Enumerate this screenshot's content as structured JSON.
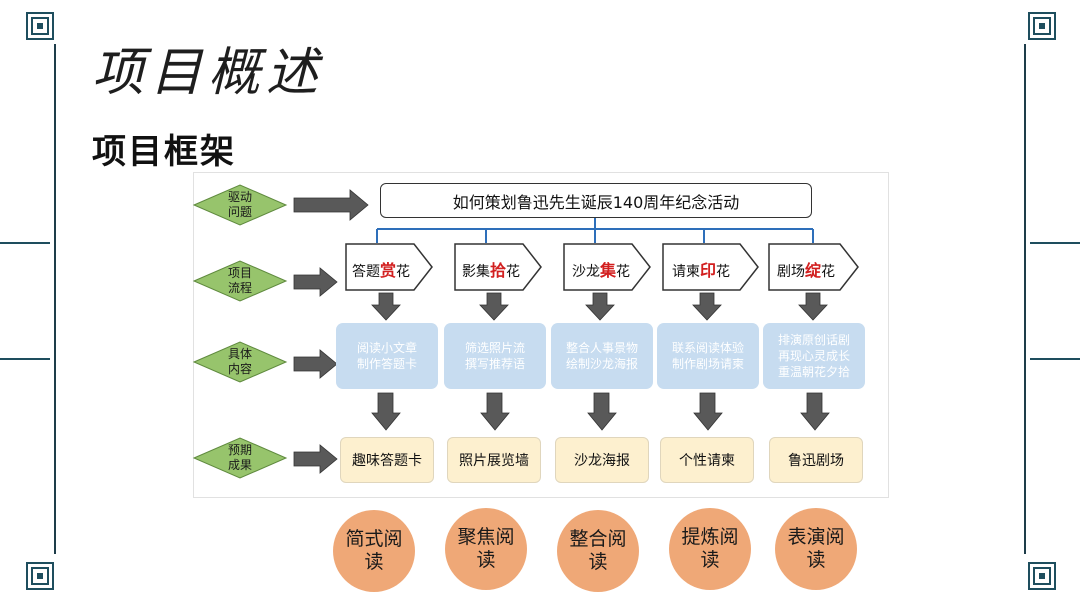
{
  "title_calligraphy": "项目概述",
  "subtitle": "项目框架",
  "row_labels": [
    "驱动\n问题",
    "项目\n流程",
    "具体\n内容",
    "预期\n成果"
  ],
  "driving_question": "如何策划鲁迅先生诞辰140周年纪念活动",
  "steps": [
    {
      "pre": "答题",
      "hl": "赏",
      "post": "花"
    },
    {
      "pre": "影集",
      "hl": "拾",
      "post": "花"
    },
    {
      "pre": "沙龙",
      "hl": "集",
      "post": "花"
    },
    {
      "pre": "请柬",
      "hl": "印",
      "post": "花"
    },
    {
      "pre": "剧场",
      "hl": "绽",
      "post": "花"
    }
  ],
  "contents": [
    "阅读小文章\n制作答题卡",
    "筛选照片流\n撰写推荐语",
    "整合人事景物\n绘制沙龙海报",
    "联系阅读体验\n制作剧场请柬",
    "排演原创话剧\n再现心灵成长\n重温朝花夕拾"
  ],
  "results": [
    "趣味答题卡",
    "照片展览墙",
    "沙龙海报",
    "个性请柬",
    "鲁迅剧场"
  ],
  "reading_types": [
    "简式阅读",
    "聚焦阅读",
    "整合阅读",
    "提炼阅读",
    "表演阅读"
  ],
  "colors": {
    "frame": "#1e4e5e",
    "diamond_fill": "#97c46c",
    "arrow_fill": "#595959",
    "content_fill": "#c7dcf0",
    "result_fill": "#fdf0cf",
    "circle_fill": "#efa877",
    "highlight": "#d21f1f",
    "connector": "#2e6fba"
  }
}
